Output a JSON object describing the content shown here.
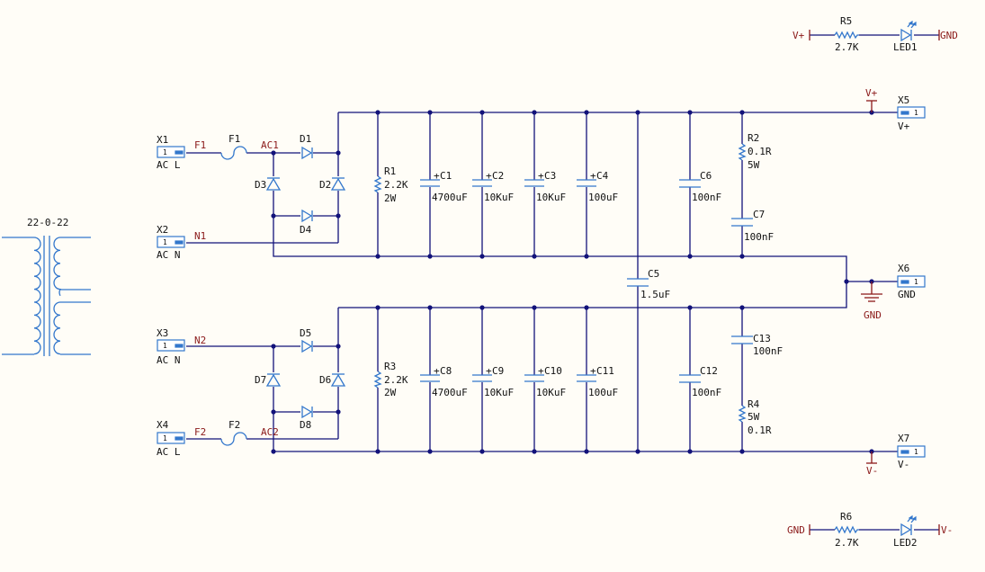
{
  "transformer": {
    "label": "22-0-22"
  },
  "connectors": {
    "X1": {
      "ref": "X1",
      "pin": "1",
      "label": "AC L"
    },
    "X2": {
      "ref": "X2",
      "pin": "1",
      "label": "AC N"
    },
    "X3": {
      "ref": "X3",
      "pin": "1",
      "label": "AC N"
    },
    "X4": {
      "ref": "X4",
      "pin": "1",
      "label": "AC L"
    },
    "X5": {
      "ref": "X5",
      "pin": "1",
      "label": "V+"
    },
    "X6": {
      "ref": "X6",
      "pin": "1",
      "label": "GND"
    },
    "X7": {
      "ref": "X7",
      "pin": "1",
      "label": "V-"
    }
  },
  "nets": {
    "F1": "F1",
    "AC1": "AC1",
    "N1": "N1",
    "N2": "N2",
    "F2": "F2",
    "AC2": "AC2"
  },
  "fuses": {
    "F1": "F1",
    "F2": "F2"
  },
  "diodes": [
    "D1",
    "D2",
    "D3",
    "D4",
    "D5",
    "D6",
    "D7",
    "D8"
  ],
  "resistors": {
    "R1": {
      "ref": "R1",
      "value": "2.2K",
      "power": "2W"
    },
    "R2": {
      "ref": "R2",
      "value": "0.1R",
      "power": "5W"
    },
    "R3": {
      "ref": "R3",
      "value": "2.2K",
      "power": "2W"
    },
    "R4": {
      "ref": "R4",
      "value": "0.1R",
      "power": "5W"
    },
    "R5": {
      "ref": "R5",
      "value": "2.7K"
    },
    "R6": {
      "ref": "R6",
      "value": "2.7K"
    }
  },
  "capacitors": {
    "C1": {
      "ref": "C1",
      "value": "4700uF"
    },
    "C2": {
      "ref": "C2",
      "value": "10KuF"
    },
    "C3": {
      "ref": "C3",
      "value": "10KuF"
    },
    "C4": {
      "ref": "C4",
      "value": "100uF"
    },
    "C5": {
      "ref": "C5",
      "value": "1.5uF"
    },
    "C6": {
      "ref": "C6",
      "value": "100nF"
    },
    "C7": {
      "ref": "C7",
      "value": "100nF"
    },
    "C8": {
      "ref": "C8",
      "value": "4700uF"
    },
    "C9": {
      "ref": "C9",
      "value": "10KuF"
    },
    "C10": {
      "ref": "C10",
      "value": "10KuF"
    },
    "C11": {
      "ref": "C11",
      "value": "100uF"
    },
    "C12": {
      "ref": "C12",
      "value": "100nF"
    },
    "C13": {
      "ref": "C13",
      "value": "100nF"
    }
  },
  "leds": {
    "LED1": "LED1",
    "LED2": "LED2"
  },
  "power": {
    "vplus": "V+",
    "vminus": "V-",
    "gnd": "GND"
  },
  "plus_sign": "+",
  "colors": {
    "wire": "#12127a",
    "component": "#3377cc",
    "power": "#8b1a1a",
    "background": "#fffdf7"
  }
}
